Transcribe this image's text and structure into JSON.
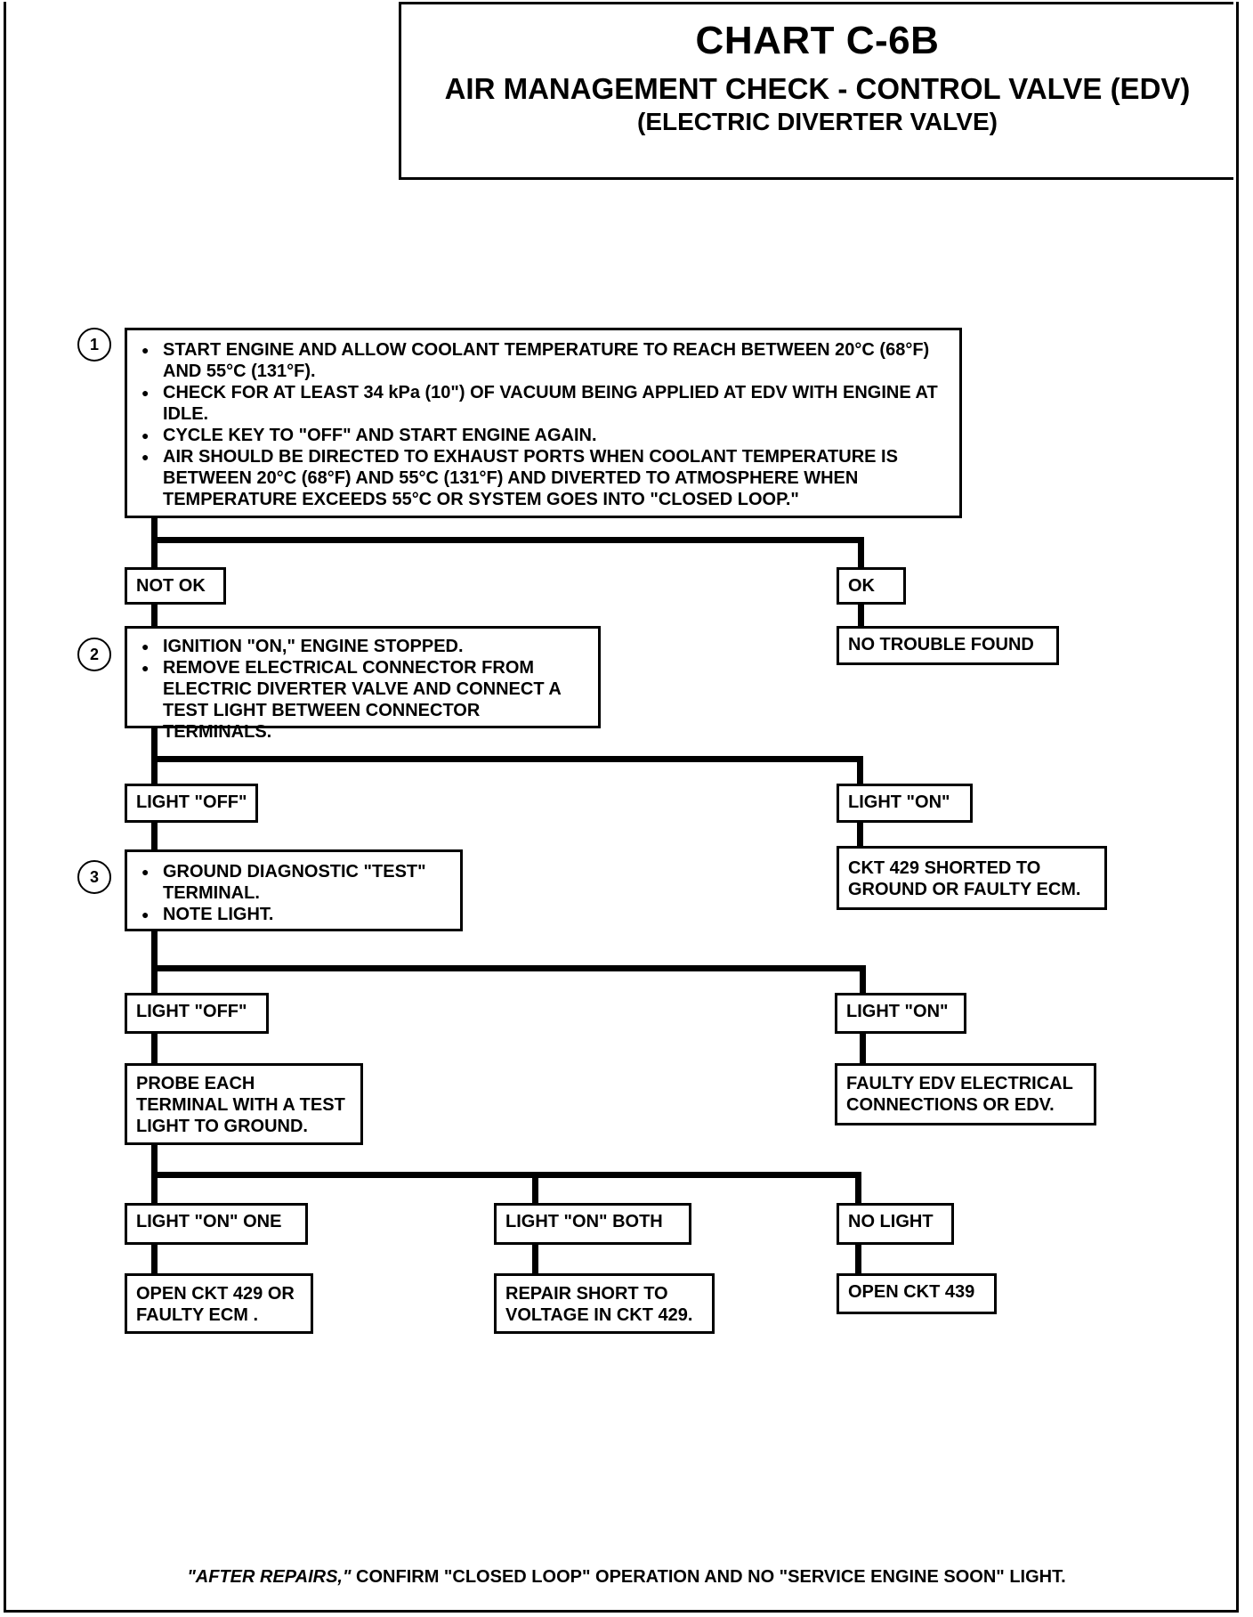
{
  "title": {
    "chart": "CHART C-6B",
    "line1": "AIR MANAGEMENT CHECK - CONTROL VALVE (EDV)",
    "line2": "(ELECTRIC DIVERTER VALVE)"
  },
  "steps": {
    "n1": "1",
    "n2": "2",
    "n3": "3",
    "step1": [
      "START ENGINE AND ALLOW COOLANT TEMPERATURE TO REACH BETWEEN 20°C (68°F) AND 55°C (131°F).",
      "CHECK FOR AT LEAST 34 kPa (10\") OF VACUUM BEING APPLIED AT EDV WITH ENGINE AT IDLE.",
      "CYCLE KEY TO \"OFF\" AND START ENGINE AGAIN.",
      "AIR SHOULD BE DIRECTED TO EXHAUST PORTS WHEN COOLANT TEMPERATURE IS BETWEEN 20°C (68°F) AND 55°C (131°F) AND DIVERTED TO ATMOSPHERE WHEN TEMPERATURE EXCEEDS 55°C OR SYSTEM GOES INTO \"CLOSED LOOP.\""
    ],
    "step2": [
      "IGNITION \"ON,\" ENGINE STOPPED.",
      "REMOVE ELECTRICAL CONNECTOR FROM ELECTRIC DIVERTER VALVE AND CONNECT A TEST LIGHT BETWEEN CONNECTOR TERMINALS."
    ],
    "step3": [
      "GROUND DIAGNOSTIC \"TEST\" TERMINAL.",
      "NOTE LIGHT."
    ]
  },
  "labels": {
    "not_ok": "NOT OK",
    "ok": "OK",
    "no_trouble": "NO TROUBLE FOUND",
    "light_off_1": "LIGHT \"OFF\"",
    "light_on_1": "LIGHT \"ON\"",
    "ckt429_shorted": "CKT 429 SHORTED TO GROUND OR FAULTY ECM.",
    "light_off_2": "LIGHT \"OFF\"",
    "light_on_2": "LIGHT \"ON\"",
    "probe": "PROBE EACH TERMINAL WITH A TEST LIGHT TO GROUND.",
    "faulty_edv": "FAULTY EDV ELECTRICAL CONNECTIONS OR EDV.",
    "light_on_one": "LIGHT \"ON\" ONE",
    "light_on_both": "LIGHT \"ON\" BOTH",
    "no_light": "NO LIGHT",
    "open_ckt429": "OPEN CKT 429 OR FAULTY ECM .",
    "repair_short": "REPAIR SHORT TO VOLTAGE IN CKT 429.",
    "open_ckt439": "OPEN CKT 439"
  },
  "footer": {
    "italic": "\"AFTER REPAIRS,\"",
    "rest": " CONFIRM \"CLOSED LOOP\" OPERATION AND NO \"SERVICE ENGINE SOON\" LIGHT."
  }
}
